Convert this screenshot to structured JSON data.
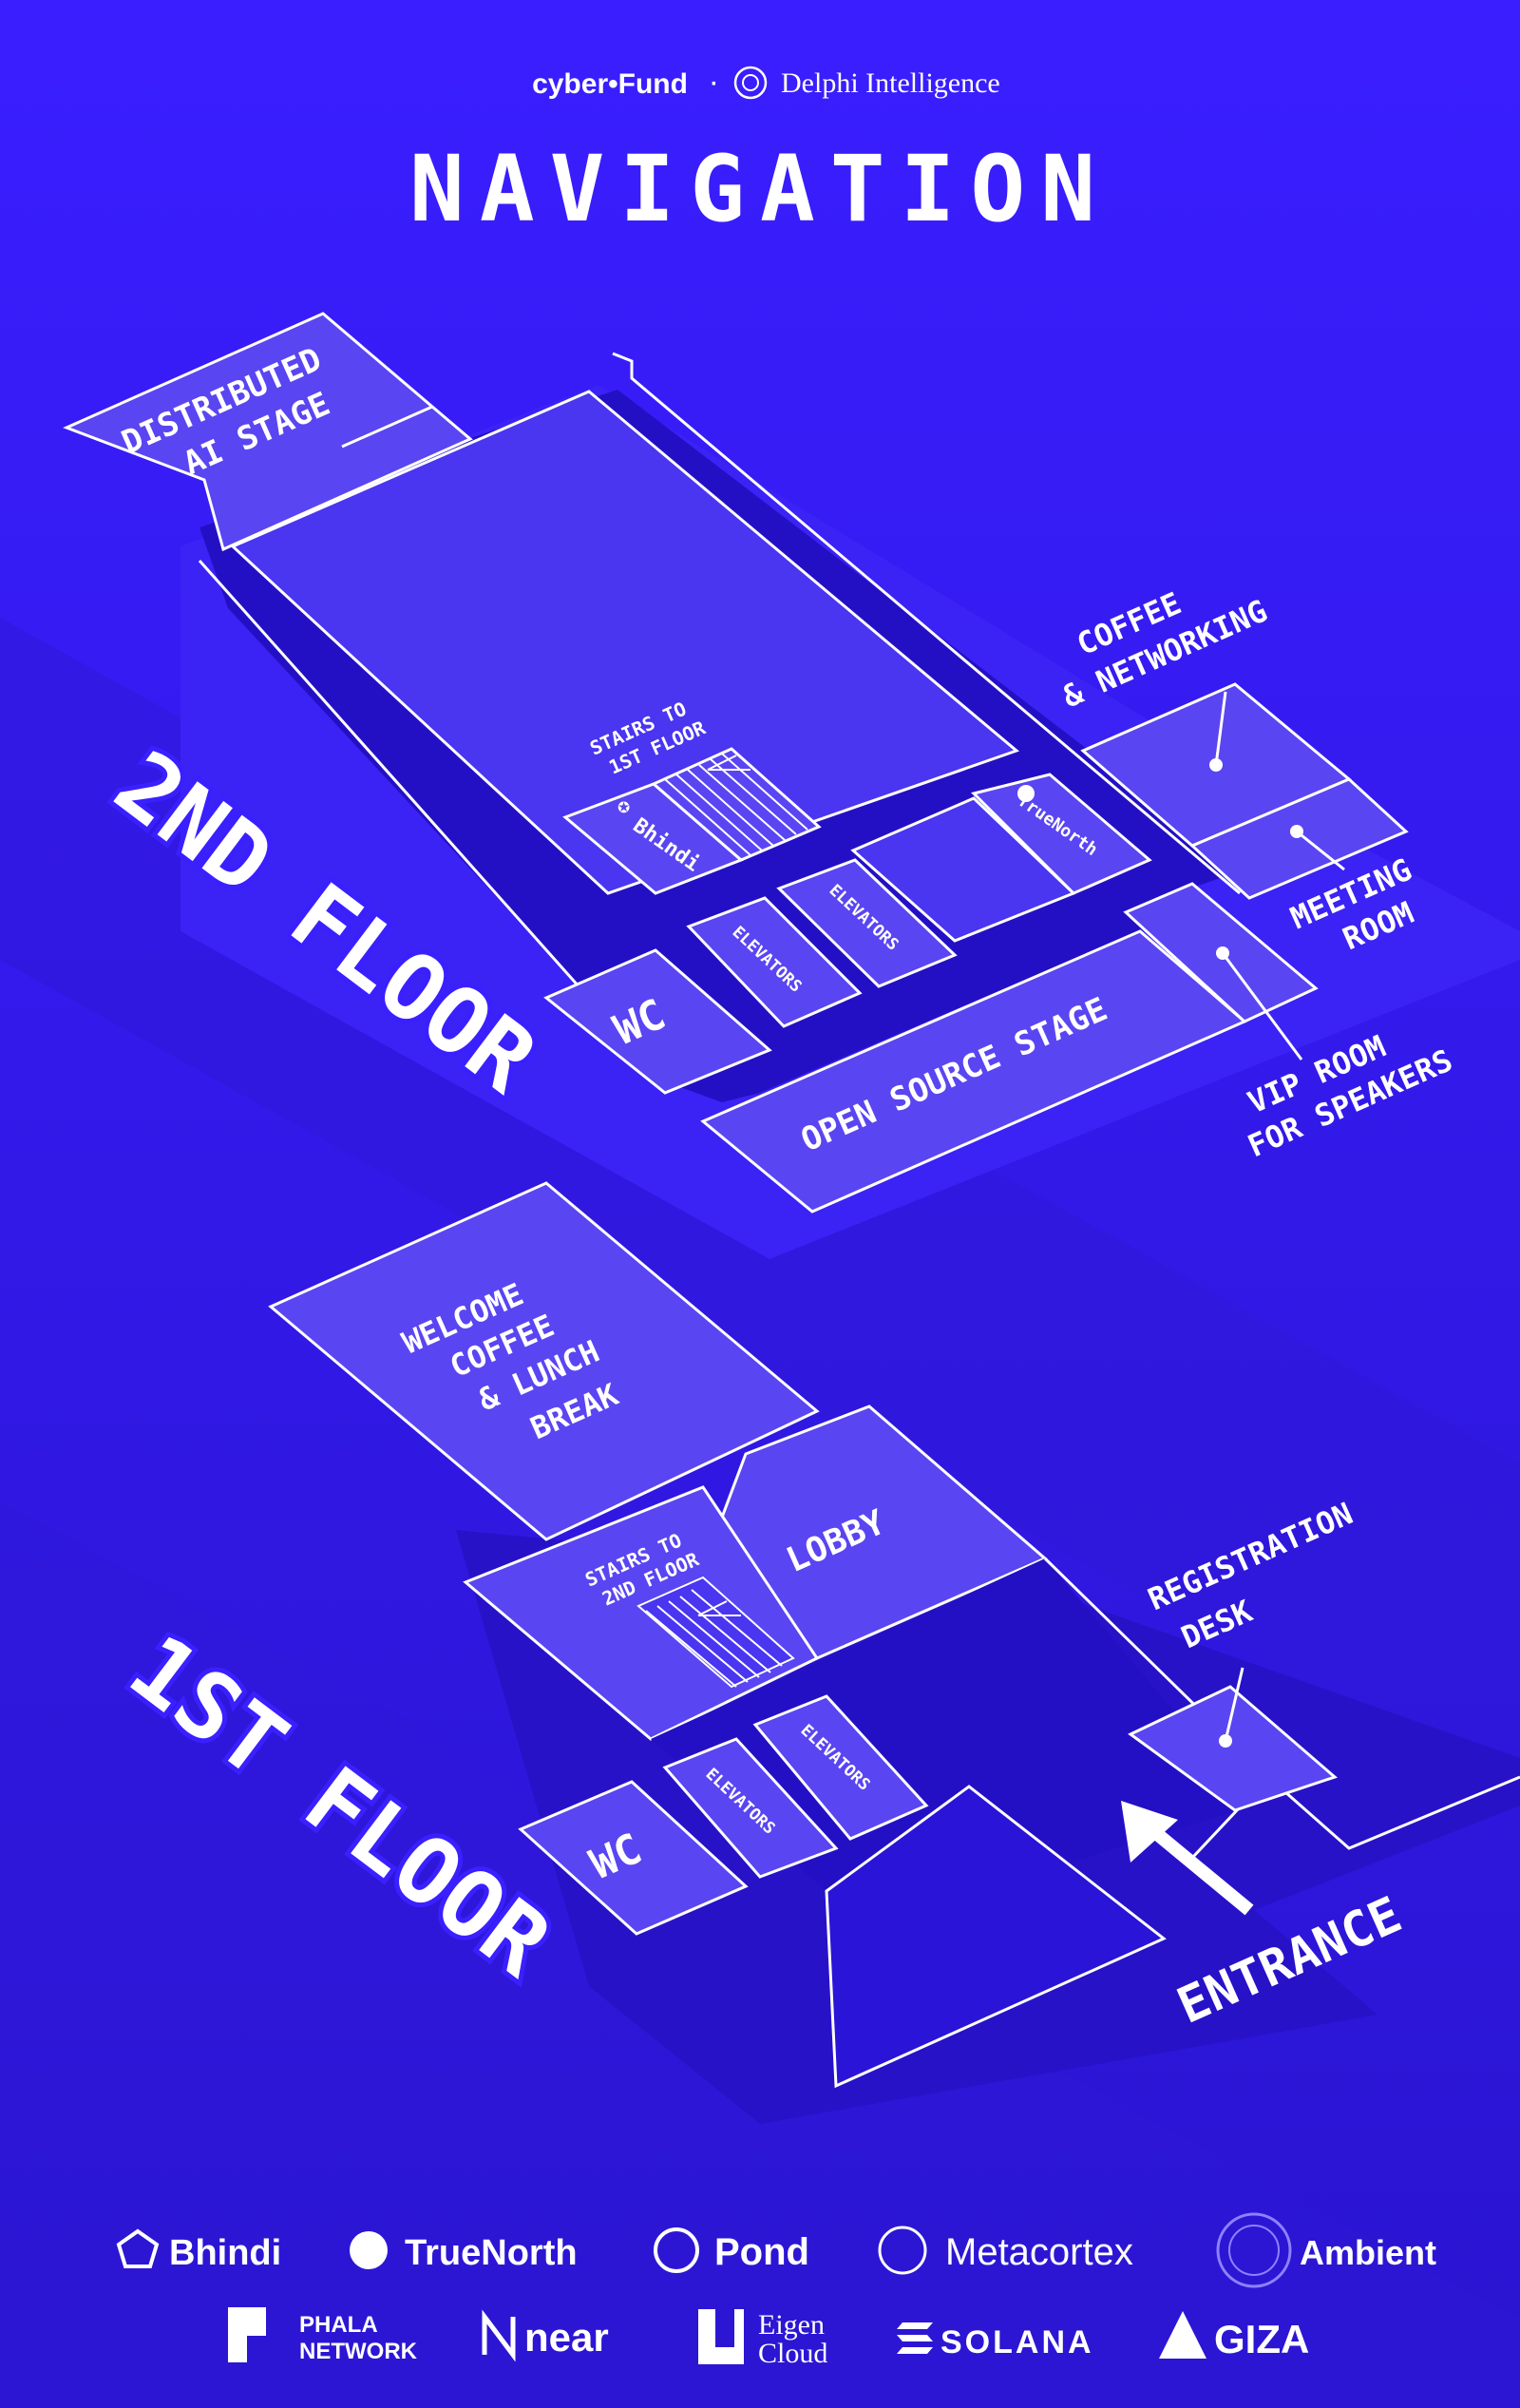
{
  "header": {
    "brand_left": "cyber•Fund",
    "separator": "·",
    "brand_right": "Delphi Intelligence",
    "title": "NAVIGATION"
  },
  "floor2": {
    "label": "2ND FLOOR",
    "distributed_stage": [
      "DISTRIBUTED",
      "AI STAGE"
    ],
    "stairs": [
      "STAIRS TO",
      "1ST FLOOR"
    ],
    "bhindi_room": "Bhindi",
    "truenorth_room": "TrueNorth",
    "elevators_a": "ELEVATORS",
    "elevators_b": "ELEVATORS",
    "wc": "WC",
    "open_source_stage": "OPEN SOURCE STAGE",
    "coffee": [
      "COFFEE",
      "& NETWORKING"
    ],
    "meeting": [
      "MEETING",
      "ROOM"
    ],
    "vip": [
      "VIP ROOM",
      "FOR SPEAKERS"
    ]
  },
  "floor1": {
    "label": "1ST FLOOR",
    "welcome": [
      "WELCOME",
      "COFFEE",
      "& LUNCH",
      "BREAK"
    ],
    "lobby": "LOBBY",
    "stairs": [
      "STAIRS TO",
      "2ND FLOOR"
    ],
    "elevators_a": "ELEVATORS",
    "elevators_b": "ELEVATORS",
    "wc": "WC",
    "registration": [
      "REGISTRATION",
      "DESK"
    ],
    "entrance": "ENTRANCE"
  },
  "sponsors_row1": [
    "Bhindi",
    "TrueNorth",
    "Pond",
    "Metacortex",
    "Ambient"
  ],
  "sponsors_row2": [
    {
      "name": "PHALA",
      "name2": "NETWORK"
    },
    {
      "name": "near"
    },
    {
      "name": "Eigen",
      "name2": "Cloud"
    },
    {
      "name": "SOLANA"
    },
    {
      "name": "GIZA"
    }
  ],
  "colors": {
    "background": "#2a14e0",
    "room": "#5a45f2",
    "corridor": "#2410c4",
    "line": "#ffffff"
  }
}
